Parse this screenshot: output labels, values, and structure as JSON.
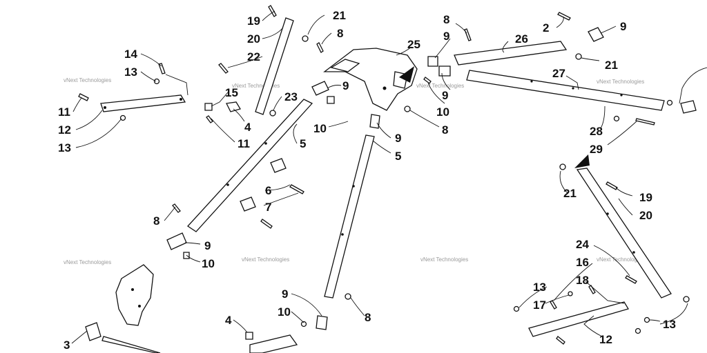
{
  "diagram": {
    "kind": "exploded parts diagram",
    "watermark_text": "vNext Technologies",
    "callouts": [
      "2",
      "3",
      "4",
      "5",
      "6",
      "7",
      "8",
      "9",
      "10",
      "11",
      "12",
      "13",
      "14",
      "15",
      "16",
      "17",
      "18",
      "19",
      "20",
      "21",
      "22",
      "23",
      "24",
      "25",
      "26",
      "27",
      "28",
      "29"
    ],
    "ink_color": "#111111",
    "background_color": "#ffffff"
  }
}
